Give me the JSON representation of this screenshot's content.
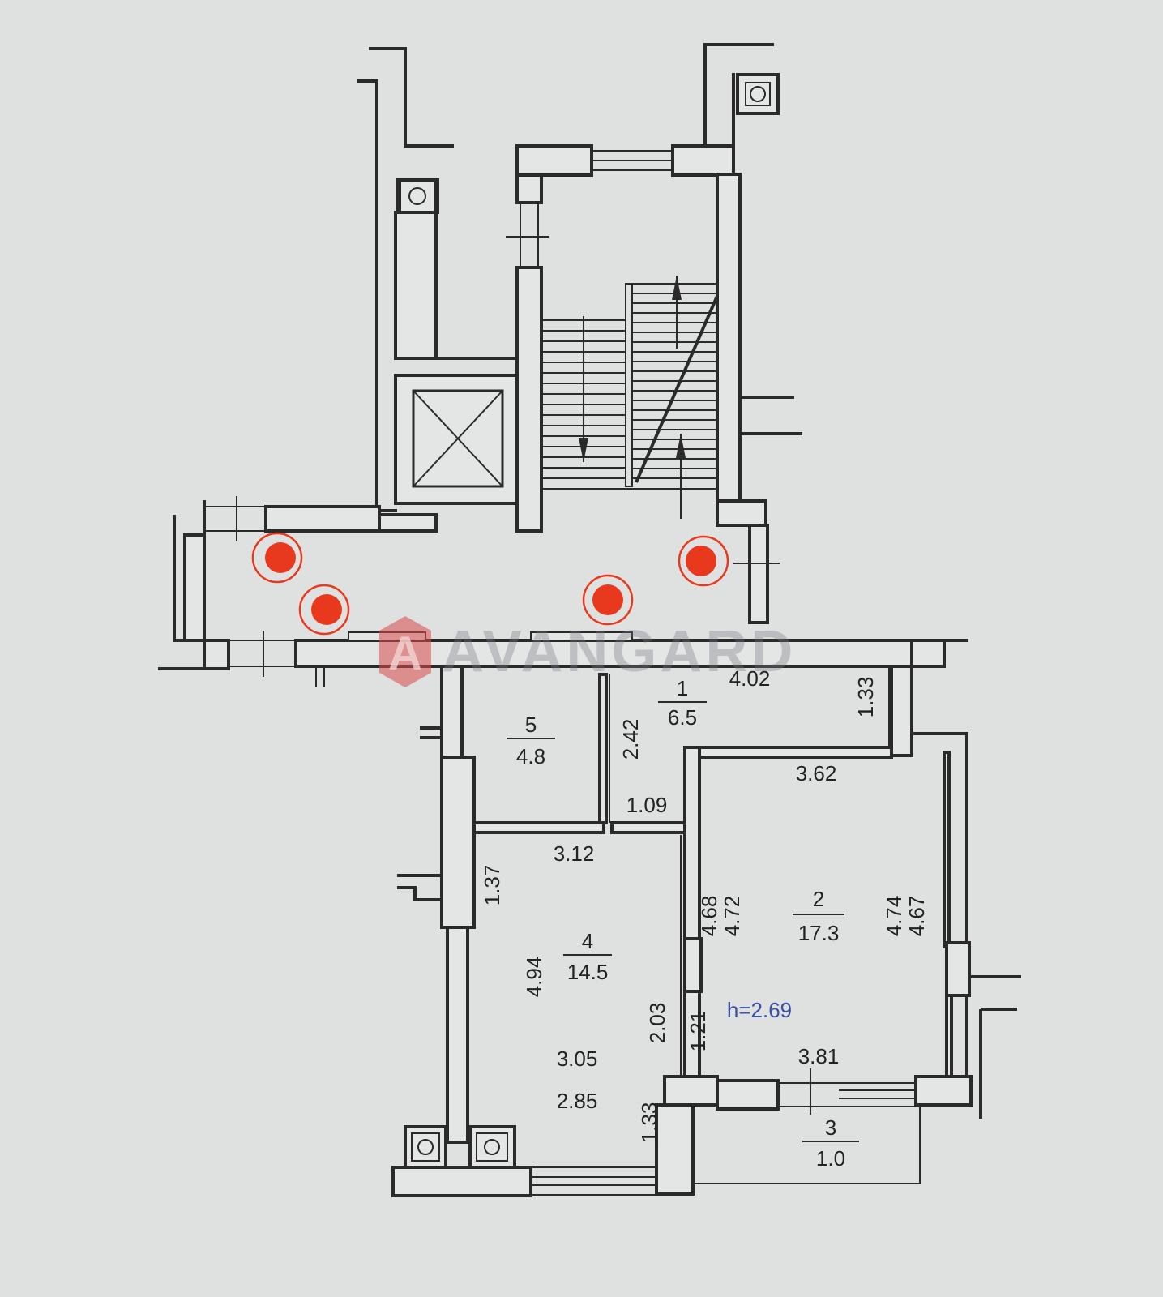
{
  "watermark": {
    "text": "AVANGARD",
    "logo_letter": "A",
    "color": "#d94a4a"
  },
  "ceiling_height": "h=2.69",
  "rooms": [
    {
      "id": "1",
      "number": "1",
      "area": "6.5"
    },
    {
      "id": "2",
      "number": "2",
      "area": "17.3"
    },
    {
      "id": "3",
      "number": "3",
      "area": "1.0"
    },
    {
      "id": "4",
      "number": "4",
      "area": "14.5"
    },
    {
      "id": "5",
      "number": "5",
      "area": "4.8"
    }
  ],
  "dimensions": {
    "d402": "4.02",
    "d133a": "1.33",
    "d242": "2.42",
    "d109": "1.09",
    "d362": "3.62",
    "d312": "3.12",
    "d137": "1.37",
    "d468": "4.68",
    "d472": "4.72",
    "d474": "4.74",
    "d467": "4.67",
    "d494": "4.94",
    "d203": "2.03",
    "d121": "1.21",
    "d305": "3.05",
    "d285": "2.85",
    "d381": "3.81",
    "d133b": "1.33"
  },
  "markers_color": "#e8391f",
  "marker_count": 4
}
